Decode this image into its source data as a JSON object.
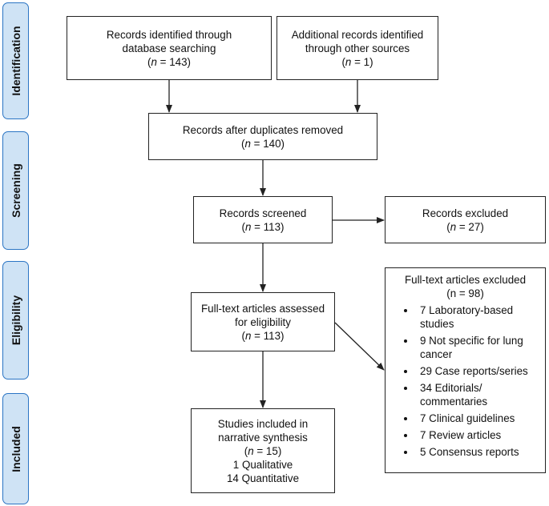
{
  "stages": {
    "identification": "Identification",
    "screening": "Screening",
    "eligibility": "Eligibility",
    "included": "Included"
  },
  "boxes": {
    "database": {
      "line1": "Records identified through",
      "line2": "database searching",
      "n": "143"
    },
    "other": {
      "line1": "Additional records identified",
      "line2": "through other sources",
      "n": "1"
    },
    "duplicates": {
      "line1": "Records after duplicates removed",
      "n": "140"
    },
    "screened": {
      "line1": "Records screened",
      "n": "113"
    },
    "excluded": {
      "line1": "Records excluded",
      "n": "27"
    },
    "fulltext": {
      "line1": "Full-text articles assessed",
      "line2": "for eligibility",
      "n": "113"
    },
    "included": {
      "line1": "Studies included in",
      "line2": "narrative synthesis",
      "n": "15",
      "line3": "1 Qualitative",
      "line4": "14 Quantitative"
    }
  },
  "fulltext_excluded": {
    "title": "Full-text articles excluded",
    "n": "98",
    "reasons": [
      {
        "l1": "7 Laboratory-based",
        "l2": "studies"
      },
      {
        "l1": "9 Not specific for lung",
        "l2": "cancer"
      },
      {
        "l1": "29 Case reports/series",
        "l2": ""
      },
      {
        "l1": "34 Editorials/",
        "l2": "commentaries"
      },
      {
        "l1": "7 Clinical guidelines",
        "l2": ""
      },
      {
        "l1": "7 Review articles",
        "l2": ""
      },
      {
        "l1": "5 Consensus reports",
        "l2": ""
      }
    ]
  },
  "n_prefix": "n",
  "n_eq": " = ",
  "colors": {
    "stage_fill": "#cfe3f5",
    "stage_border": "#2b75c4",
    "line": "#222222"
  }
}
